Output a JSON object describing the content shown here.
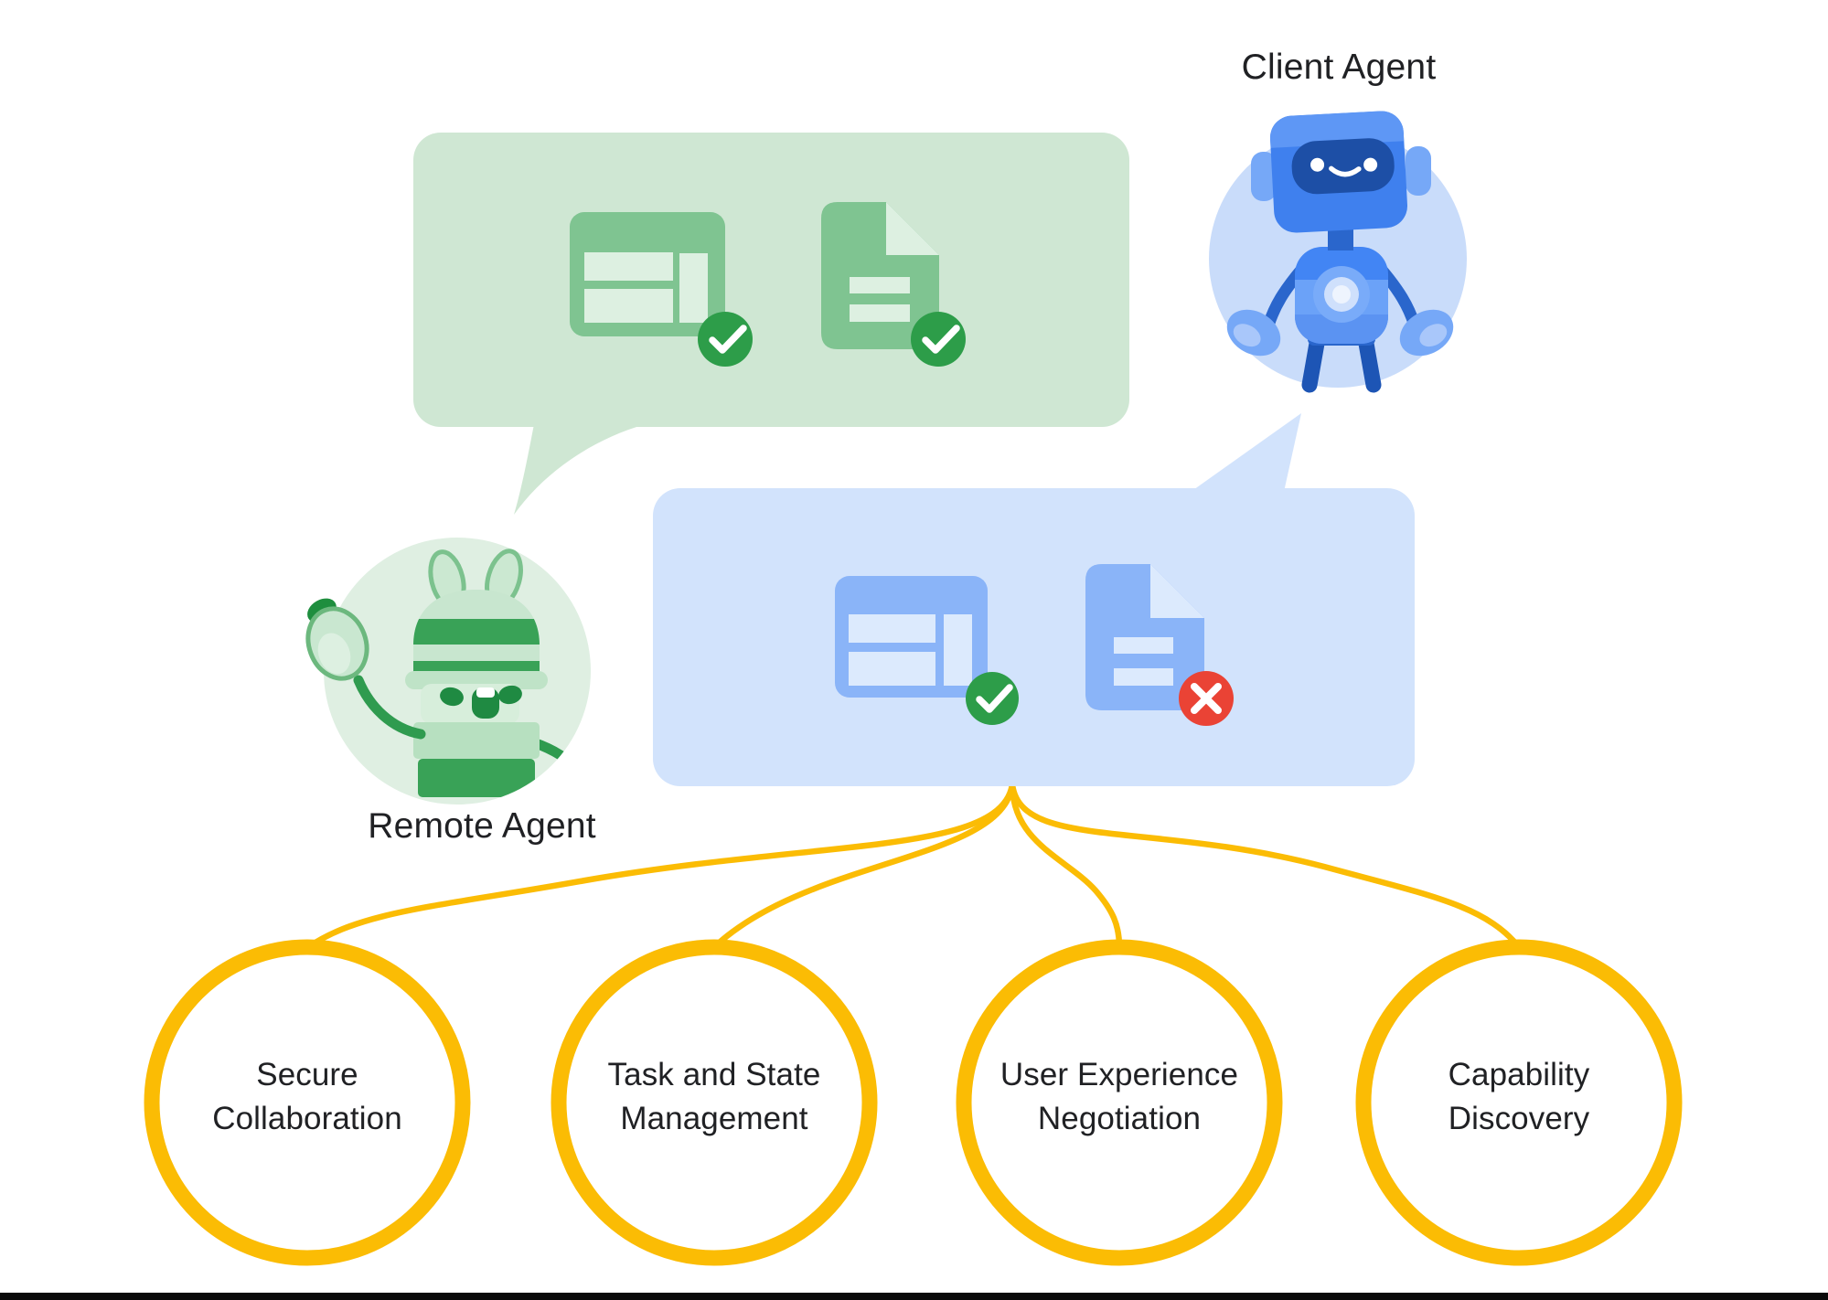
{
  "agents": {
    "client": {
      "label": "Client Agent"
    },
    "remote": {
      "label": "Remote Agent"
    }
  },
  "remote_bubble": {
    "description": "speech bubble from remote agent",
    "icons": [
      {
        "type": "layout-card",
        "badge": "check"
      },
      {
        "type": "document",
        "badge": "check"
      }
    ]
  },
  "client_bubble": {
    "description": "speech bubble from client agent",
    "icons": [
      {
        "type": "layout-card",
        "badge": "check"
      },
      {
        "type": "document",
        "badge": "cross"
      }
    ]
  },
  "capabilities": [
    {
      "lines": [
        "Secure",
        "Collaboration"
      ]
    },
    {
      "lines": [
        "Task and State",
        "Management"
      ]
    },
    {
      "lines": [
        "User Experience",
        "Negotiation"
      ]
    },
    {
      "lines": [
        "Capability",
        "Discovery"
      ]
    }
  ],
  "colors": {
    "green_bubble": "#cfe7d3",
    "green_icon": "#7fc491",
    "green_icon_fill": "#ddf0e1",
    "green_circle_bg": "#dfefe2",
    "check_green": "#2d9d49",
    "blue_bubble": "#d2e3fc",
    "blue_icon": "#8ab4f8",
    "blue_icon_fill": "#dceafd",
    "blue_circle_bg": "#c9dcfa",
    "cross_red": "#ea4335",
    "connector_yellow": "#fbbc04",
    "text": "#202124",
    "bottom_bar": "#0a0a0a"
  }
}
